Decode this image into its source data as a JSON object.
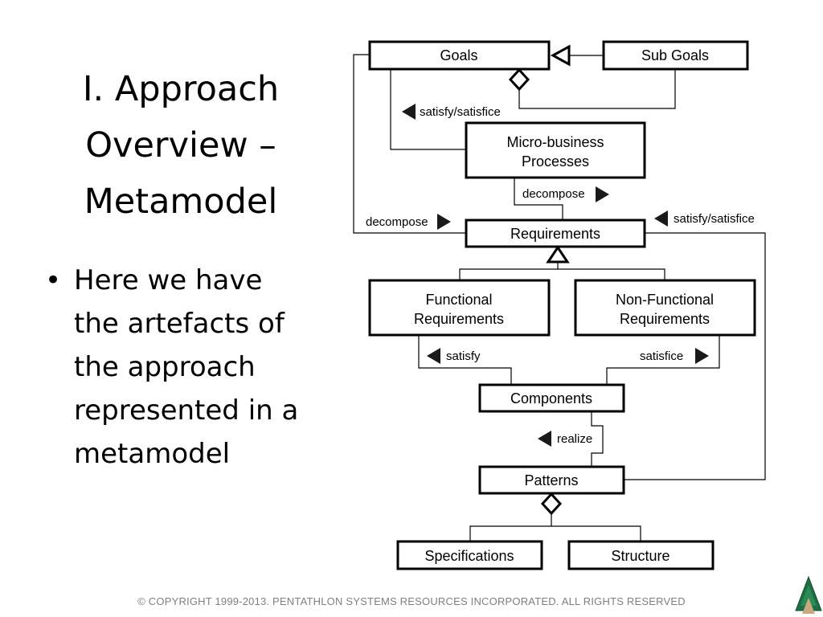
{
  "slide": {
    "title_lines": [
      "I. Approach",
      "Overview –",
      "Metamodel"
    ],
    "bullet_char": "•",
    "bullet_lines": [
      "Here we have",
      "the artefacts of",
      "the approach",
      "represented in a",
      "metamodel"
    ],
    "footer": "© COPYRIGHT 1999-2013. PENTATHLON SYSTEMS RESOURCES INCORPORATED. ALL RIGHTS RESERVED"
  },
  "diagram": {
    "boxes": {
      "goals": "Goals",
      "sub_goals": "Sub Goals",
      "micro_business": [
        "Micro-business",
        "Processes"
      ],
      "requirements": "Requirements",
      "functional": [
        "Functional",
        "Requirements"
      ],
      "non_functional": [
        "Non-Functional",
        "Requirements"
      ],
      "components": "Components",
      "patterns": "Patterns",
      "specifications": "Specifications",
      "structure": "Structure"
    },
    "labels": {
      "satisfy_satisfice_top": "satisfy/satisfice",
      "decompose_mbp": "decompose",
      "decompose_left": "decompose",
      "satisfy_satisfice_right": "satisfy/satisfice",
      "satisfy": "satisfy",
      "satisfice": "satisfice",
      "realize": "realize"
    }
  },
  "colors": {
    "footer_text": "#7f7f7f",
    "logo_green": "#1f6e43",
    "logo_tan": "#c9a981"
  }
}
